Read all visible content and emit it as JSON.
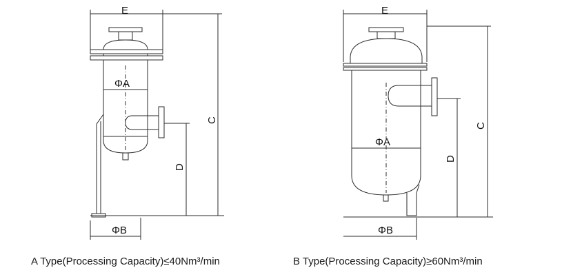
{
  "diagram_a": {
    "dim_width": "E",
    "dim_height": "C",
    "dim_inlet_height": "D",
    "dim_diameter": "ΦA",
    "dim_base": "ΦB",
    "caption": "A Type(Processing Capacity)≤40Nm³/min"
  },
  "diagram_b": {
    "dim_width": "E",
    "dim_height": "C",
    "dim_inlet_height": "D",
    "dim_diameter": "ΦA",
    "dim_base": "ΦB",
    "caption": "B Type(Processing Capacity)≥60Nm³/min"
  },
  "colors": {
    "line": "#2a2a2a",
    "background": "#ffffff"
  }
}
